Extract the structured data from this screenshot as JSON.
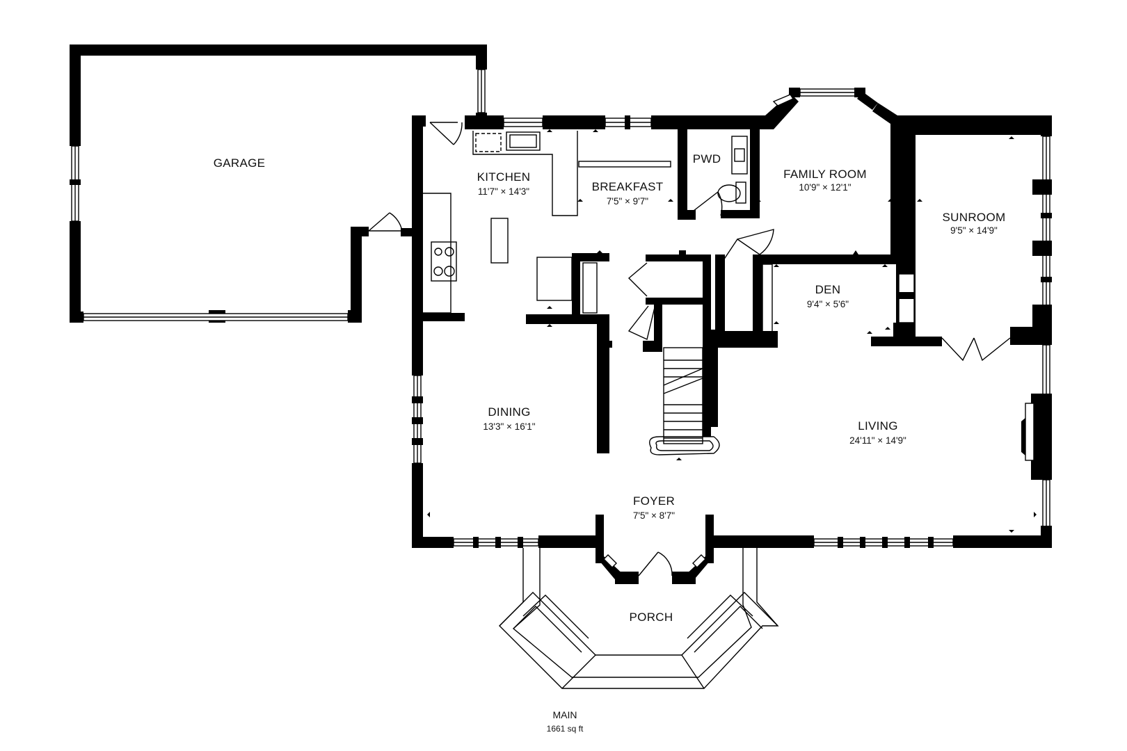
{
  "rooms": {
    "garage": {
      "name": "GARAGE"
    },
    "kitchen": {
      "name": "KITCHEN",
      "dims": "11'7\" × 14'3\""
    },
    "breakfast": {
      "name": "BREAKFAST",
      "dims": "7'5\" × 9'7\""
    },
    "pwd": {
      "name": "PWD"
    },
    "family_room": {
      "name": "FAMILY ROOM",
      "dims": "10'9\" × 12'1\""
    },
    "sunroom": {
      "name": "SUNROOM",
      "dims": "9'5\" × 14'9\""
    },
    "den": {
      "name": "DEN",
      "dims": "9'4\" × 5'6\""
    },
    "dining": {
      "name": "DINING",
      "dims": "13'3\" × 16'1\""
    },
    "living": {
      "name": "LIVING",
      "dims": "24'11\" × 14'9\""
    },
    "foyer": {
      "name": "FOYER",
      "dims": "7'5\" × 8'7\""
    },
    "porch": {
      "name": "PORCH"
    }
  },
  "floor": {
    "name": "MAIN",
    "area": "1661 sq ft"
  }
}
